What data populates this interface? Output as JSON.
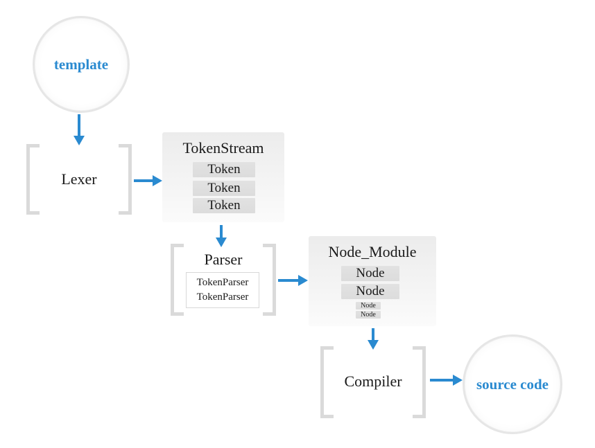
{
  "colors": {
    "accent": "#2a8ad0",
    "bracket": "#dadada",
    "box_gradient": "#ececec",
    "chip": "#dcdcdc"
  },
  "nodes": {
    "template": "template",
    "lexer": "Lexer",
    "token_stream": {
      "title": "TokenStream",
      "items": [
        "Token",
        "Token",
        "Token"
      ]
    },
    "parser": {
      "title": "Parser",
      "items": [
        "TokenParser",
        "TokenParser"
      ]
    },
    "node_module": {
      "title": "Node_Module",
      "items": [
        "Node",
        "Node",
        "Node",
        "Node"
      ]
    },
    "compiler": "Compiler",
    "source_code": "source code"
  },
  "edges": [
    {
      "from": "template",
      "to": "lexer"
    },
    {
      "from": "lexer",
      "to": "token_stream"
    },
    {
      "from": "token_stream",
      "to": "parser"
    },
    {
      "from": "parser",
      "to": "node_module"
    },
    {
      "from": "node_module",
      "to": "compiler"
    },
    {
      "from": "compiler",
      "to": "source_code"
    }
  ]
}
